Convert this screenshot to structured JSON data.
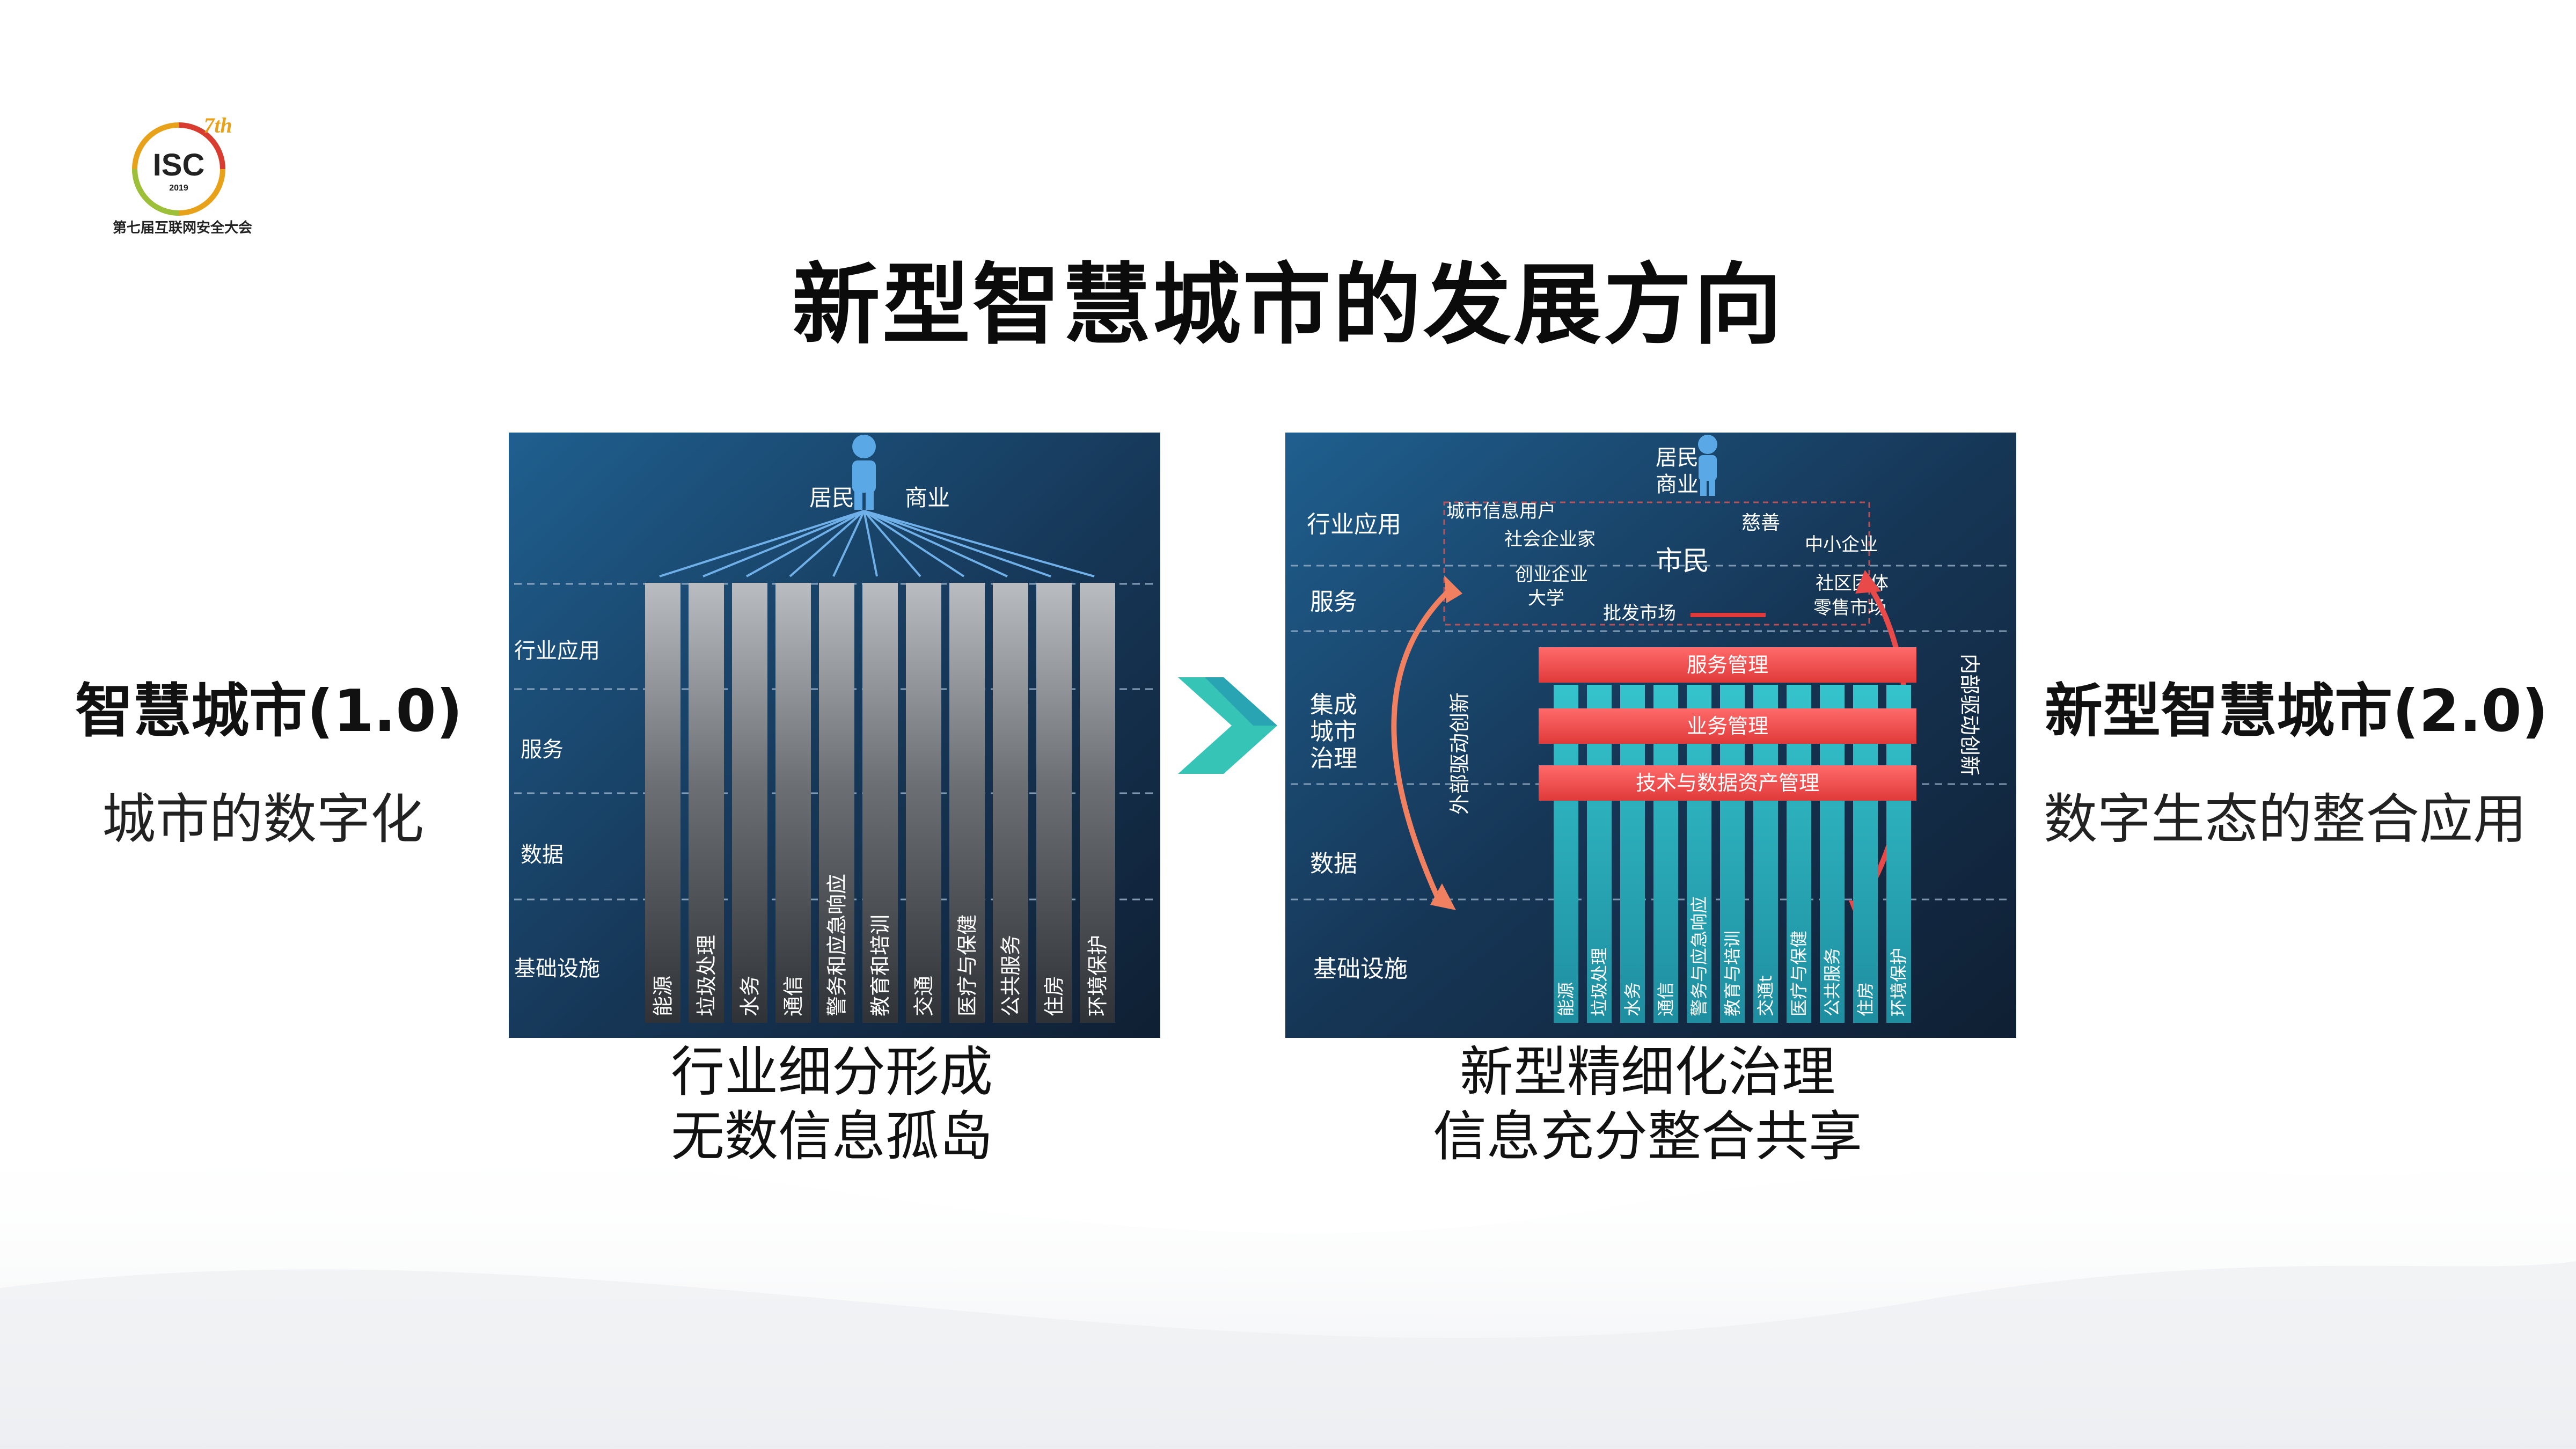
{
  "logo": {
    "brand": "ISC",
    "edition": "7th",
    "year": "2019",
    "subtitle": "第七届互联网安全大会"
  },
  "title": "新型智慧城市的发展方向",
  "left_side": {
    "heading": "智慧城市(1.0)",
    "subheading": "城市的数字化"
  },
  "right_side": {
    "heading": "新型智慧城市(2.0)",
    "subheading": "数字生态的整合应用"
  },
  "left_diagram": {
    "users": "居民",
    "commerce": "商业",
    "layers": [
      "行业应用",
      "服务",
      "数据",
      "基础设施"
    ],
    "columns": [
      "能源",
      "垃圾处理",
      "水务",
      "通信",
      "警务和应急响应",
      "教育和培训",
      "交通",
      "医疗与保健",
      "公共服务",
      "住房",
      "环境保护"
    ],
    "caption_line1": "行业细分形成",
    "caption_line2": "无数信息孤岛"
  },
  "right_diagram": {
    "users": "居民",
    "commerce": "商业",
    "layers": [
      "行业应用",
      "服务",
      "集成",
      "城市",
      "治理",
      "数据",
      "基础设施"
    ],
    "cloud_center": "市民",
    "cloud_items": [
      "城市信息用户",
      "社会企业家",
      "创业企业",
      "大学",
      "批发市场",
      "慈善",
      "中小企业",
      "社区团体",
      "零售市场"
    ],
    "bars": [
      "服务管理",
      "业务管理",
      "技术与数据资产管理"
    ],
    "left_arrow_label": "外部驱动创新",
    "right_arrow_label": "内部驱动创新",
    "columns": [
      "能源",
      "垃圾处理",
      "水务",
      "通信",
      "警务与应急响应",
      "教育与培训",
      "交通t",
      "医疗与保健",
      "公共服务",
      "住房",
      "环境保护"
    ],
    "caption_line1": "新型精细化治理",
    "caption_line2": "信息充分整合共享"
  },
  "colors": {
    "panel_dark": "#13263f",
    "panel_blue": "#1f5f8f",
    "teal": "#2bb3bd",
    "red": "#ef4b4b",
    "chevron_teal": "#35c4b5"
  }
}
